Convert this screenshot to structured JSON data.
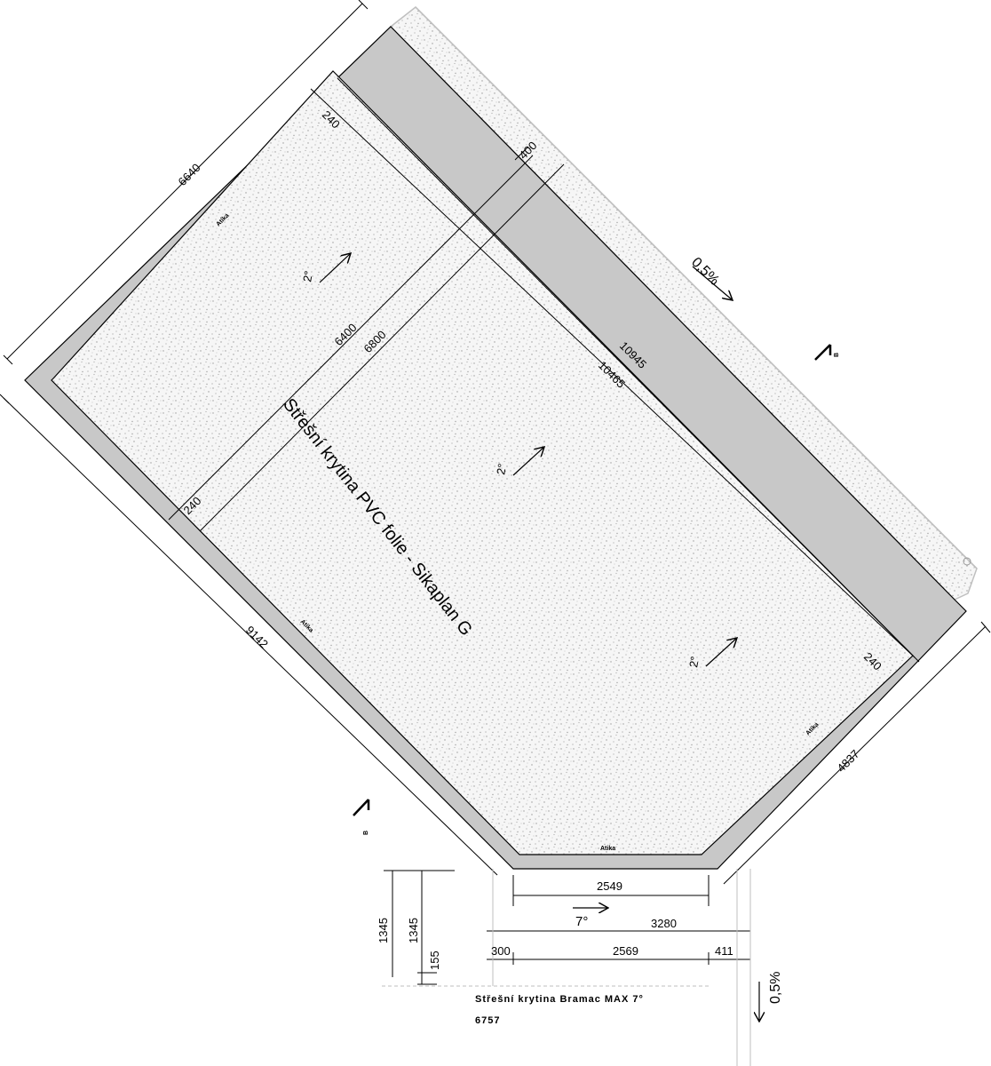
{
  "roof": {
    "main_label": "Střešní krytina PVC folie - Sikaplan G",
    "secondary_label": "Střešní krytina Bramac MAX 7°",
    "secondary_code": "6757",
    "parapet_label": "Atika",
    "slope_main": "2°",
    "slope_secondary": "7°",
    "fall_label": "0,5%",
    "section_mark": "B"
  },
  "dimensions": {
    "top_outer": "6640",
    "inner_a": "6400",
    "inner_b": "6800",
    "thickness_top": "240",
    "offset": "400",
    "long_outer": "10945",
    "long_inner": "10465",
    "thickness_left": "240",
    "thickness_right": "240",
    "left_side": "9142",
    "right_side": "4837",
    "bottom_inner": "2549",
    "bottom_total": "3280",
    "bottom_left": "300",
    "bottom_mid": "2569",
    "bottom_right": "411",
    "height_a": "1345",
    "height_b": "1345",
    "height_c": "155"
  },
  "colors": {
    "parapet_fill": "#c8c8c8",
    "roof_fill": "#efefef",
    "line": "#000000",
    "outer_line": "#bfbfbf"
  }
}
